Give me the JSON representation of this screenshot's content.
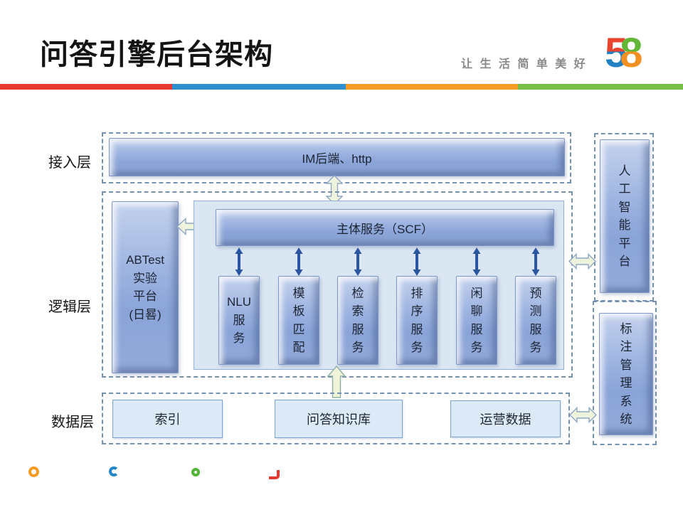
{
  "header": {
    "title": "问答引擎后台架构",
    "slogan": "让 生 活 简 单 美 好",
    "logo_5": "5",
    "logo_8": "8",
    "logo_colors": {
      "five": [
        "#e94430",
        "#2380c4"
      ],
      "eight": [
        "#62b836",
        "#f29021"
      ]
    },
    "bar_colors": [
      "#e8392f",
      "#2b8fd0",
      "#f59a23",
      "#74bf44"
    ]
  },
  "diagram": {
    "access": {
      "label": "接入层",
      "im_box": "IM后端、http"
    },
    "logic": {
      "label": "逻辑层",
      "abtest_box": "ABTest\n实验\n平台\n(日晷)",
      "main_service_box": "主体服务（SCF）",
      "service_boxes": [
        "NLU\n服\n务",
        "模\n板\n匹\n配",
        "检\n索\n服\n务",
        "排\n序\n服\n务",
        "闲\n聊\n服\n务",
        "预\n测\n服\n务"
      ]
    },
    "data": {
      "label": "数据层",
      "index_box": "索引",
      "kb_box": "问答知识库",
      "ops_box": "运营数据"
    },
    "side": {
      "ai_platform_box": "人\n工\n智\n能\n平\n台",
      "annotation_box": "标\n注\n管\n理\n系\n统"
    },
    "arrow_colors": {
      "pale_fill": "#eef3db",
      "pale_stroke": "#8fa8c8",
      "dark": "#2a55a2"
    }
  },
  "footer": {
    "icons": [
      {
        "name": "ring-orange",
        "color": "#f59a23"
      },
      {
        "name": "c-blue",
        "color": "#2386c8"
      },
      {
        "name": "ring-green",
        "color": "#53b335"
      },
      {
        "name": "corner-red",
        "color": "#e8392f"
      }
    ]
  }
}
